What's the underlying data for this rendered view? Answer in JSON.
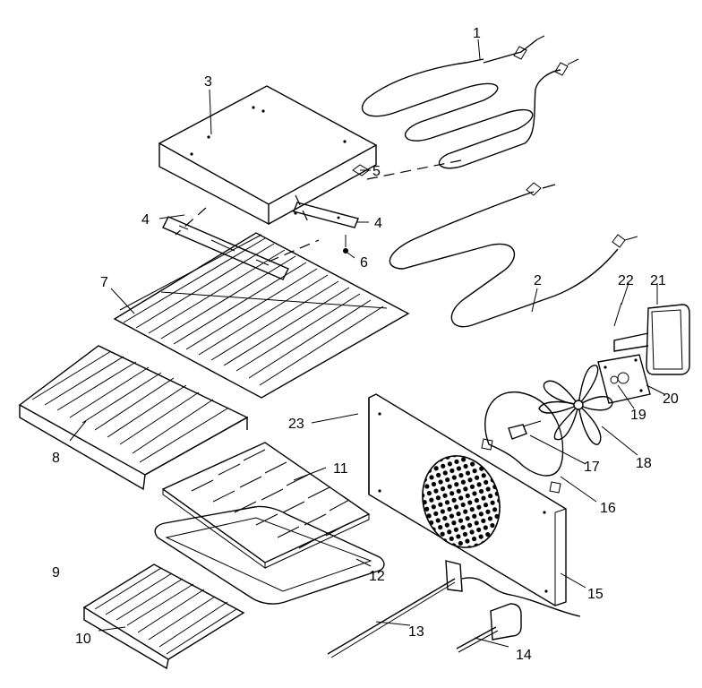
{
  "parts": {
    "p1": "1",
    "p2": "2",
    "p3": "3",
    "p4a": "4",
    "p4b": "4",
    "p5": "5",
    "p6": "6",
    "p7": "7",
    "p8": "8",
    "p9": "9",
    "p10": "10",
    "p11": "11",
    "p12": "12",
    "p13": "13",
    "p14": "14",
    "p15": "15",
    "p16": "16",
    "p17": "17",
    "p18": "18",
    "p19": "19",
    "p20": "20",
    "p21": "21",
    "p22": "22",
    "p23": "23"
  }
}
